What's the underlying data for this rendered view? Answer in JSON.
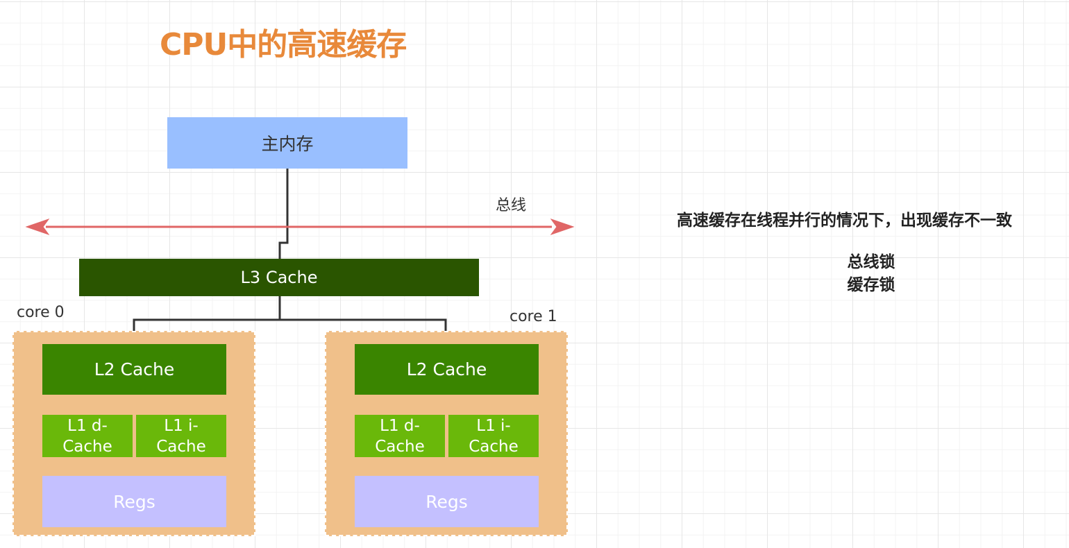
{
  "title": "CPU中的高速缓存",
  "main_memory": "主内存",
  "bus_label": "总线",
  "l3_cache": "L3 Cache",
  "cores": [
    {
      "label": "core 0",
      "l2": "L2 Cache",
      "l1d": "L1 d-Cache",
      "l1i": "L1 i-Cache",
      "regs": "Regs"
    },
    {
      "label": "core 1",
      "l2": "L2 Cache",
      "l1d": "L1 d-Cache",
      "l1i": "L1 i-Cache",
      "regs": "Regs"
    }
  ],
  "note": "高速缓存在线程并行的情况下，出现缓存不一致",
  "locks": [
    "总线锁",
    "缓存锁"
  ],
  "colors": {
    "title": "#e8893a",
    "main_memory": "#99bfff",
    "bus": "#e06666",
    "l3": "#2a5500",
    "l2": "#3a8500",
    "l1": "#6ab80a",
    "regs": "#c4c0ff",
    "core_bg": "#f0c08a"
  }
}
